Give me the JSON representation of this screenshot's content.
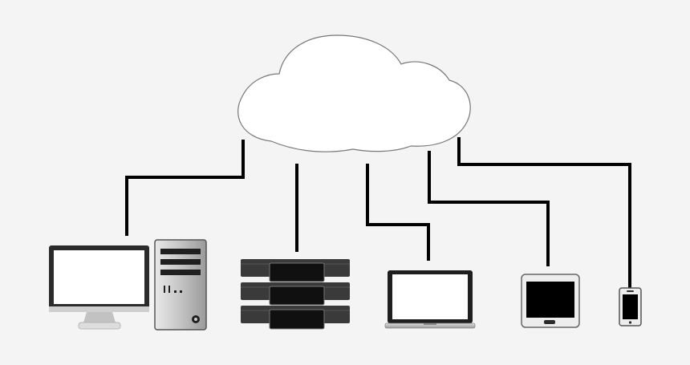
{
  "diagram": {
    "nodes": [
      {
        "id": "cloud",
        "icon": "cloud-icon"
      },
      {
        "id": "desktop-monitor",
        "icon": "monitor-icon"
      },
      {
        "id": "desktop-tower",
        "icon": "computer-tower-icon"
      },
      {
        "id": "server-rack",
        "icon": "server-rack-icon"
      },
      {
        "id": "laptop",
        "icon": "laptop-icon"
      },
      {
        "id": "tablet",
        "icon": "tablet-icon"
      },
      {
        "id": "smartphone",
        "icon": "smartphone-icon"
      }
    ],
    "edges": [
      {
        "from": "cloud",
        "to": "desktop-monitor"
      },
      {
        "from": "cloud",
        "to": "server-rack"
      },
      {
        "from": "cloud",
        "to": "laptop"
      },
      {
        "from": "cloud",
        "to": "tablet"
      },
      {
        "from": "cloud",
        "to": "smartphone"
      }
    ],
    "colors": {
      "background": "#f4f4f4",
      "line": "#000000",
      "cloud_fill": "#ffffff",
      "device_dark": "#2b2b2b",
      "device_silver": "#c8c8c8"
    }
  }
}
